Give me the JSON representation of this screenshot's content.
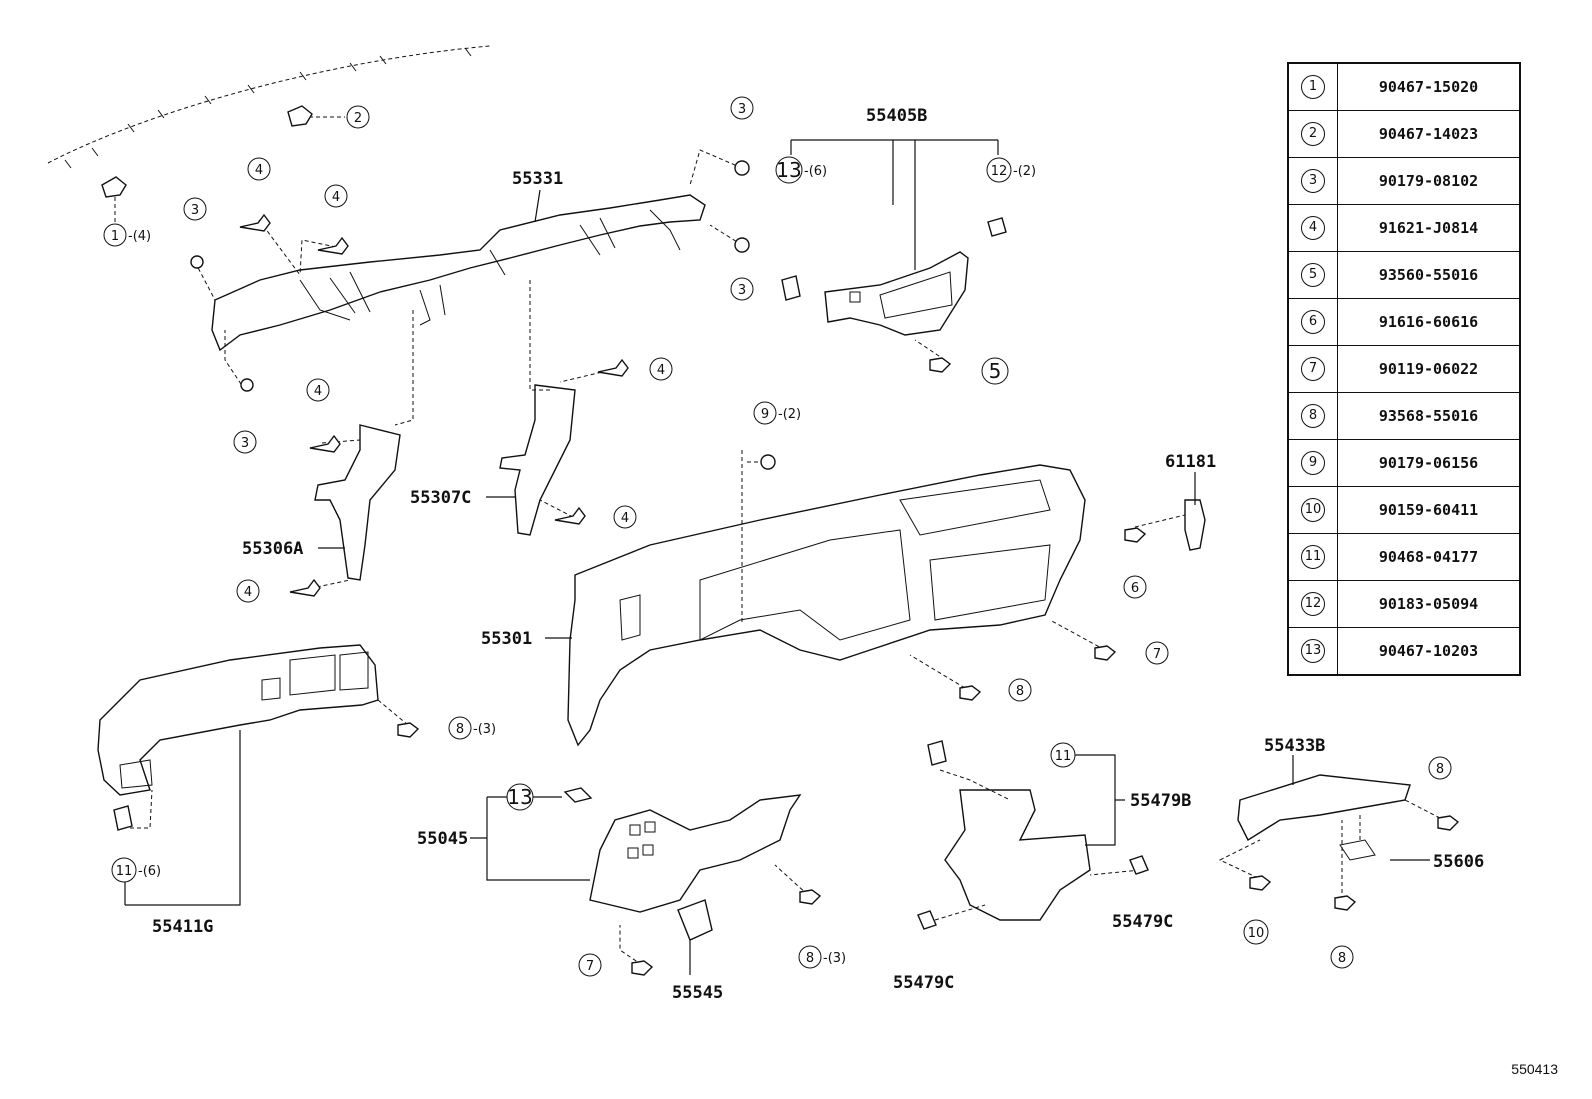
{
  "diagram_id": "550413",
  "legend": [
    {
      "key": "1",
      "part_no": "90467-15020"
    },
    {
      "key": "2",
      "part_no": "90467-14023"
    },
    {
      "key": "3",
      "part_no": "90179-08102"
    },
    {
      "key": "4",
      "part_no": "91621-J0814"
    },
    {
      "key": "5",
      "part_no": "93560-55016"
    },
    {
      "key": "6",
      "part_no": "91616-60616"
    },
    {
      "key": "7",
      "part_no": "90119-06022"
    },
    {
      "key": "8",
      "part_no": "93568-55016"
    },
    {
      "key": "9",
      "part_no": "90179-06156"
    },
    {
      "key": "10",
      "part_no": "90159-60411"
    },
    {
      "key": "11",
      "part_no": "90468-04177"
    },
    {
      "key": "12",
      "part_no": "90183-05094"
    },
    {
      "key": "13",
      "part_no": "90467-10203"
    }
  ],
  "part_labels": {
    "p55331": "55331",
    "p55405B": "55405B",
    "p55307C": "55307C",
    "p55306A": "55306A",
    "p55301": "55301",
    "p61181": "61181",
    "p55045": "55045",
    "p55545": "55545",
    "p55411G": "55411G",
    "p55479B": "55479B",
    "p55479C_a": "55479C",
    "p55479C_b": "55479C",
    "p55433B": "55433B",
    "p55606": "55606"
  },
  "qty": {
    "q1": "-(4)",
    "q13a": "-(6)",
    "q12": "-(2)",
    "q9": "-(2)",
    "q8a": "-(3)",
    "q11a": "-(6)",
    "q8b": "-(3)"
  },
  "callouts": {
    "c1": "1",
    "c2": "2",
    "c3a": "3",
    "c3b": "3",
    "c3c": "3",
    "c3d": "3",
    "c4a": "4",
    "c4b": "4",
    "c4c": "4",
    "c4d": "4",
    "c4e": "4",
    "c4f": "4",
    "c5": "5",
    "c6": "6",
    "c7a": "7",
    "c7b": "7",
    "c8a": "8",
    "c8b": "8",
    "c8c": "8",
    "c8d": "8",
    "c8e": "8",
    "c9": "9",
    "c10": "10",
    "c11a": "11",
    "c11b": "11",
    "c12": "12",
    "c13a": "13",
    "c13b": "13"
  }
}
